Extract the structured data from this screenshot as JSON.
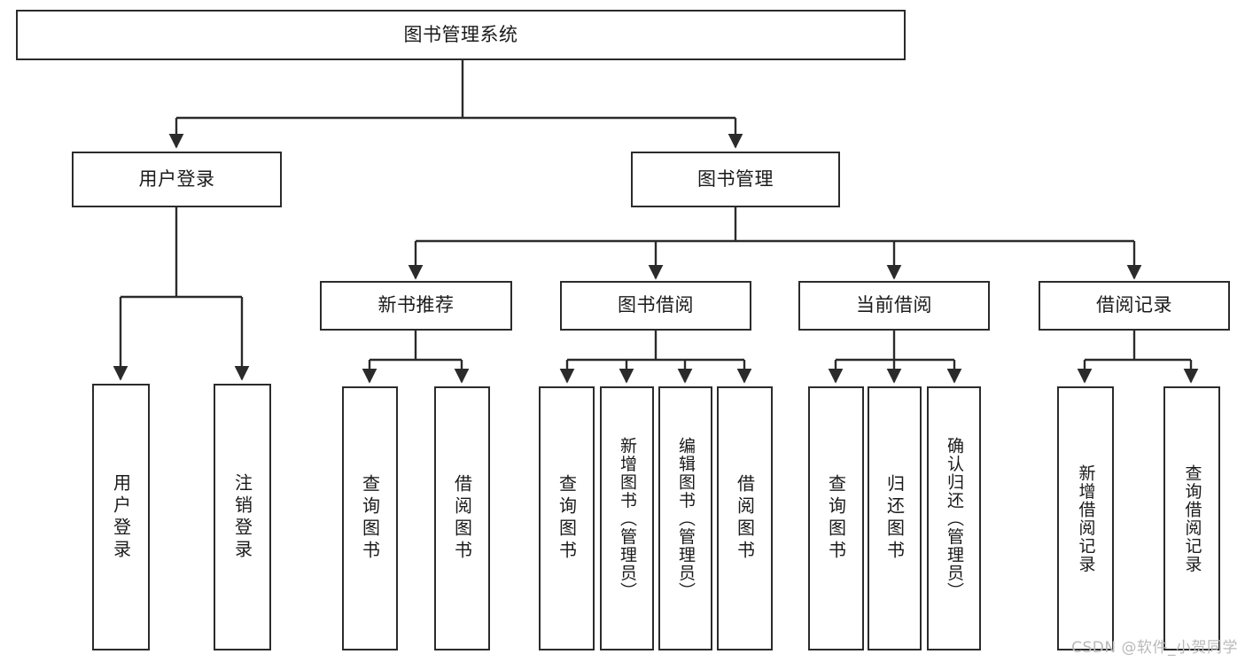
{
  "diagram": {
    "type": "tree-hierarchy-chart",
    "title": "图书管理系统",
    "stroke_color": "#2b2b2b",
    "background_color": "#ffffff",
    "text_color": "#1a1a1a",
    "levels": [
      {
        "level": 1,
        "nodes": [
          {
            "id": "root",
            "label": "图书管理系统",
            "orientation": "horizontal"
          }
        ]
      },
      {
        "level": 2,
        "nodes": [
          {
            "id": "login",
            "label": "用户登录",
            "orientation": "horizontal",
            "parent": "root"
          },
          {
            "id": "bookmgmt",
            "label": "图书管理",
            "orientation": "horizontal",
            "parent": "root"
          }
        ]
      },
      {
        "level": 3,
        "nodes": [
          {
            "id": "newbook",
            "label": "新书推荐",
            "orientation": "horizontal",
            "parent": "bookmgmt"
          },
          {
            "id": "borrow",
            "label": "图书借阅",
            "orientation": "horizontal",
            "parent": "bookmgmt"
          },
          {
            "id": "current",
            "label": "当前借阅",
            "orientation": "horizontal",
            "parent": "bookmgmt"
          },
          {
            "id": "records",
            "label": "借阅记录",
            "orientation": "horizontal",
            "parent": "bookmgmt"
          }
        ]
      },
      {
        "level": 4,
        "nodes": [
          {
            "id": "leaf-1",
            "label": "用户登录",
            "orientation": "vertical",
            "parent": "login"
          },
          {
            "id": "leaf-2",
            "label": "注销登录",
            "orientation": "vertical",
            "parent": "login"
          },
          {
            "id": "leaf-3",
            "label": "查询图书",
            "orientation": "vertical",
            "parent": "newbook"
          },
          {
            "id": "leaf-4",
            "label": "借阅图书",
            "orientation": "vertical",
            "parent": "newbook"
          },
          {
            "id": "leaf-5",
            "label": "查询图书",
            "orientation": "vertical",
            "parent": "borrow"
          },
          {
            "id": "leaf-6",
            "label": "新增图书（管理员）",
            "orientation": "vertical",
            "parent": "borrow"
          },
          {
            "id": "leaf-7",
            "label": "编辑图书（管理员）",
            "orientation": "vertical",
            "parent": "borrow"
          },
          {
            "id": "leaf-8",
            "label": "借阅图书",
            "orientation": "vertical",
            "parent": "borrow"
          },
          {
            "id": "leaf-9",
            "label": "查询图书",
            "orientation": "vertical",
            "parent": "current"
          },
          {
            "id": "leaf-10",
            "label": "归还图书",
            "orientation": "vertical",
            "parent": "current"
          },
          {
            "id": "leaf-11",
            "label": "确认归还（管理员）",
            "orientation": "vertical",
            "parent": "current"
          },
          {
            "id": "leaf-12",
            "label": "新增借阅记录",
            "orientation": "vertical",
            "parent": "records"
          },
          {
            "id": "leaf-13",
            "label": "查询借阅记录",
            "orientation": "vertical",
            "parent": "records"
          }
        ]
      }
    ]
  },
  "watermark": {
    "text": "CSDN @软件_小贺同学"
  }
}
